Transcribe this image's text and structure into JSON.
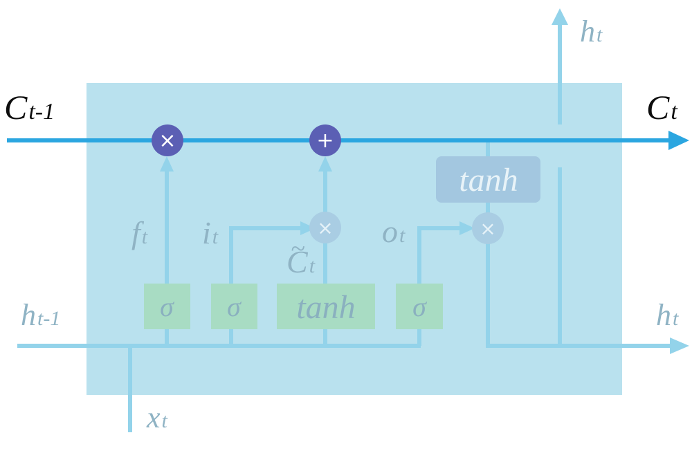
{
  "colors": {
    "cell_fill": "#b9e1ee",
    "cell_line": "#2ba6e0",
    "soft_line": "#93d3ea",
    "gate_fill": "#a8dcc3",
    "op_dark": "#5b5fb4",
    "op_light": "#a9cde3",
    "tanh_box": "#a3c7e0",
    "label_dark": "#0d0d0d",
    "label_soft": "#8fb3c4"
  },
  "labels": {
    "c_prev_main": "C",
    "c_prev_sub": "t-1",
    "c_next_main": "C",
    "c_next_sub": "t",
    "h_top_main": "h",
    "h_top_sub": "t",
    "h_prev_main": "h",
    "h_prev_sub": "t-1",
    "h_out_main": "h",
    "h_out_sub": "t",
    "x_main": "x",
    "x_sub": "t",
    "f_main": "f",
    "f_sub": "t",
    "i_main": "i",
    "i_sub": "t",
    "o_main": "o",
    "o_sub": "t",
    "ctilde_main": "C",
    "ctilde_sub": "t",
    "ctilde_accent": "~"
  },
  "gates": {
    "sigma_forget": "σ",
    "sigma_input": "σ",
    "tanh_candidate": "tanh",
    "sigma_output": "σ",
    "tanh_cell": "tanh"
  },
  "ops": {
    "forget_multiply": "×",
    "cell_add": "+",
    "input_multiply": "×",
    "output_multiply": "×"
  }
}
